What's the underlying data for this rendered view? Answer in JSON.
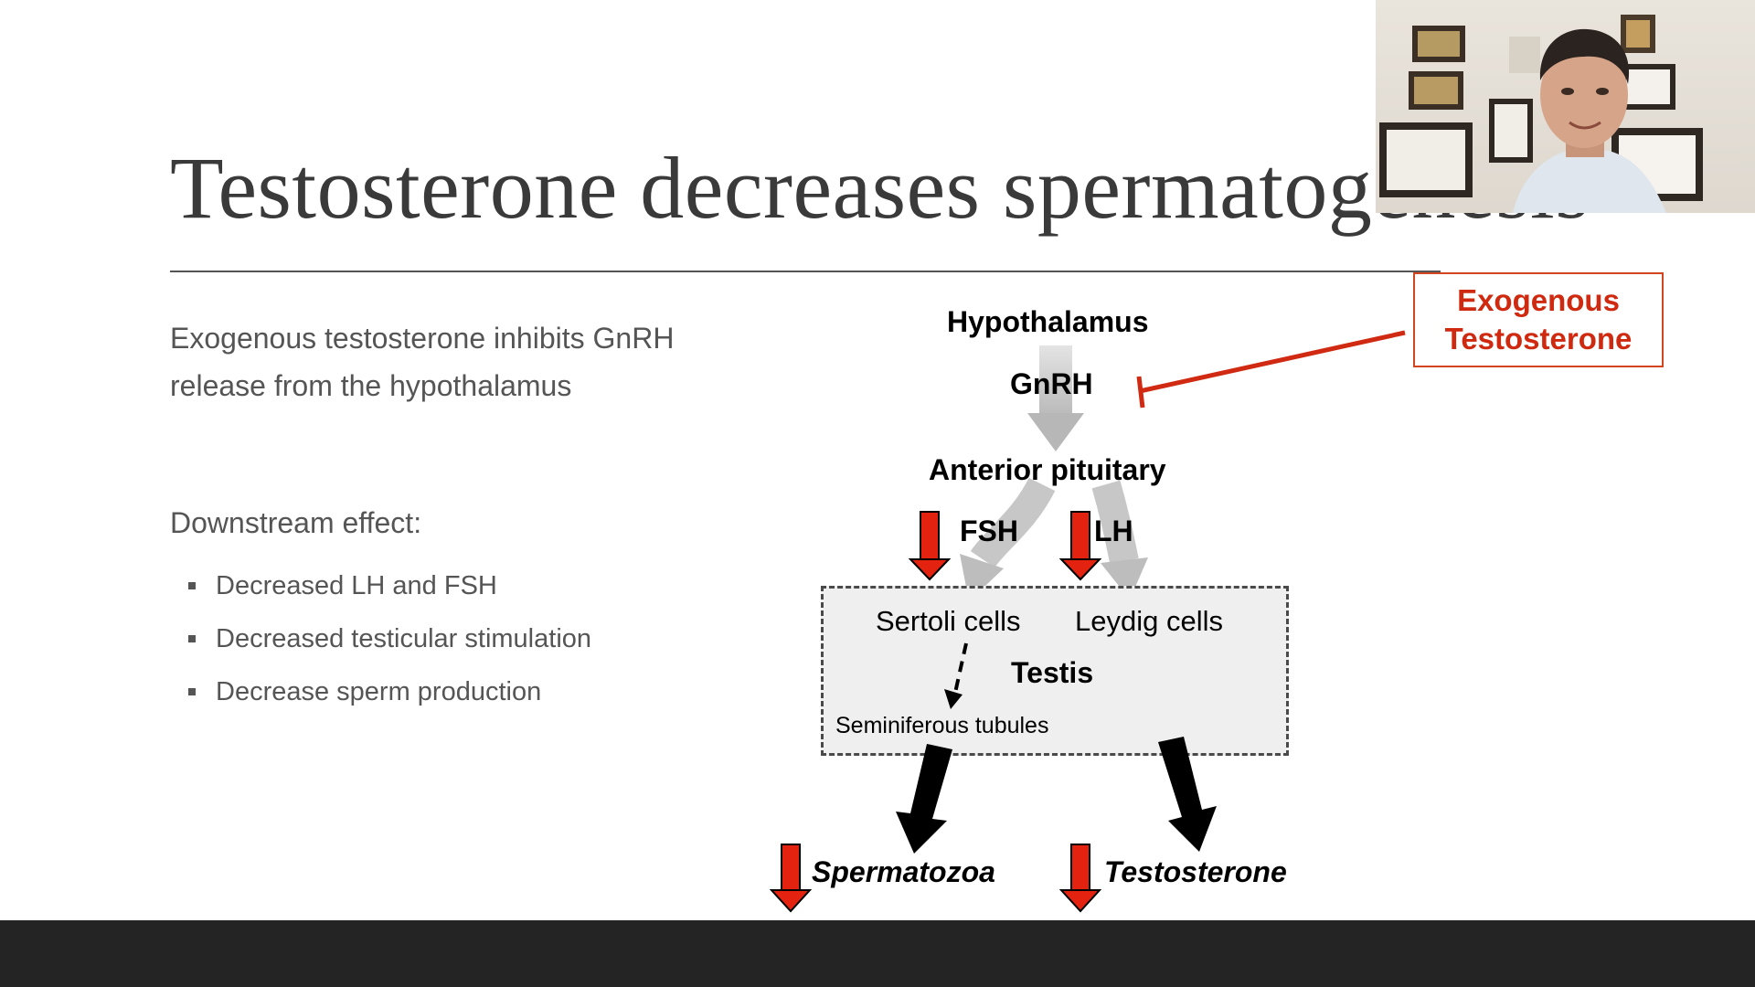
{
  "slide": {
    "title": "Testosterone decreases spermatogenesis",
    "intro_text": "Exogenous testosterone inhibits GnRH release from the hypothalamus",
    "downstream_heading": "Downstream effect:",
    "bullets": [
      "Decreased LH and FSH",
      "Decreased testicular stimulation",
      "Decrease sperm production"
    ]
  },
  "diagram": {
    "hypothalamus": "Hypothalamus",
    "gnrh": "GnRH",
    "anterior_pituitary": "Anterior pituitary",
    "fsh": "FSH",
    "lh": "LH",
    "exogenous_line1": "Exogenous",
    "exogenous_line2": "Testosterone",
    "sertoli": "Sertoli cells",
    "leydig": "Leydig cells",
    "testis": "Testis",
    "seminiferous": "Seminiferous tubules",
    "spermatozoa": "Spermatozoa",
    "testosterone": "Testosterone"
  },
  "colors": {
    "accent_red": "#cf2a10",
    "title_text": "#3a3a3a",
    "body_text": "#555555",
    "bottom_bar": "#242424"
  },
  "icons": {
    "down_arrow": "red-down-arrow-icon",
    "inhibit": "inhibition-line-icon"
  }
}
